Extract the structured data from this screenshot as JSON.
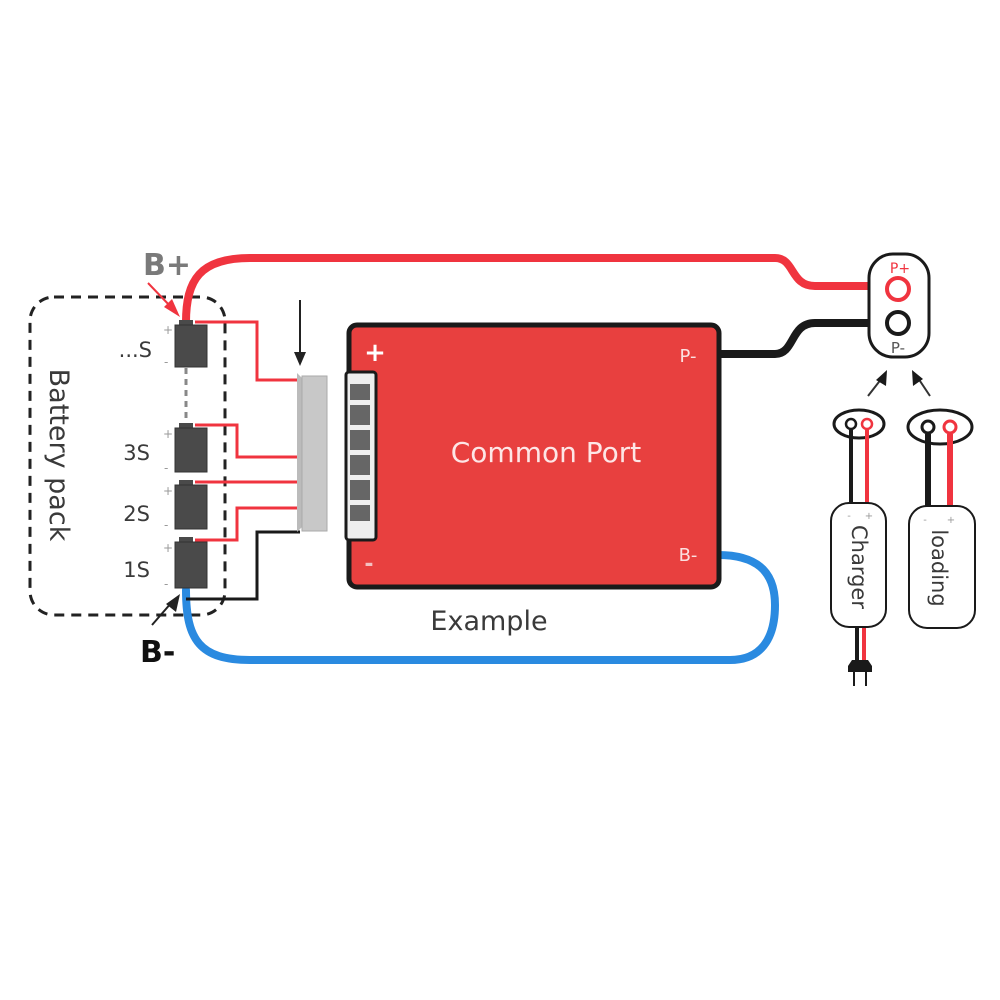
{
  "diagram": {
    "title": "Common Port",
    "caption": "Example",
    "battery_pack": {
      "label": "Battery pack",
      "terminal_positive": "B+",
      "terminal_negative": "B-",
      "cells": [
        {
          "label": "...S",
          "plus": "+",
          "minus": "-"
        },
        {
          "label": "3S",
          "plus": "+",
          "minus": "-"
        },
        {
          "label": "2S",
          "plus": "+",
          "minus": "-"
        },
        {
          "label": "1S",
          "plus": "+",
          "minus": "-"
        }
      ]
    },
    "board": {
      "label": "Common Port",
      "corner_plus": "+",
      "corner_minus": "-",
      "terminal_p_minus": "P-",
      "terminal_b_minus": "B-"
    },
    "output_port": {
      "p_plus": "P+",
      "p_minus": "P-"
    },
    "charger": {
      "label": "Charger",
      "plus": "+",
      "minus": "-"
    },
    "load": {
      "label": "loading",
      "plus": "+",
      "minus": "-"
    },
    "colors": {
      "wire_positive": "#f0343f",
      "wire_negative": "#1a1a1a",
      "wire_b_minus": "#2a8ae0",
      "board_fill": "#e8403f",
      "cell_fill": "#4a4a4a",
      "connector_fill": "#c8c8c8",
      "label_gray": "#7a7a7a"
    }
  }
}
